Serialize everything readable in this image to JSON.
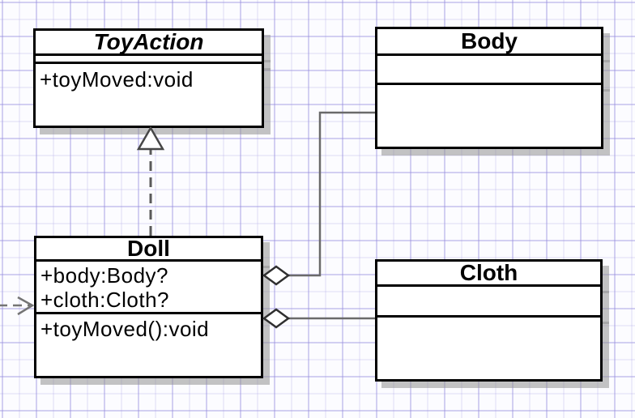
{
  "diagram_type": "uml-class-diagram",
  "classes": {
    "toyaction": {
      "name": "ToyAction",
      "is_abstract": true,
      "attributes": [],
      "operations": [
        "+toyMoved:void"
      ]
    },
    "body": {
      "name": "Body",
      "is_abstract": false,
      "attributes": [],
      "operations": []
    },
    "doll": {
      "name": "Doll",
      "is_abstract": false,
      "attributes": [
        "+body:Body?",
        "+cloth:Cloth?"
      ],
      "operations": [
        "+toyMoved():void"
      ]
    },
    "cloth": {
      "name": "Cloth",
      "is_abstract": false,
      "attributes": [],
      "operations": []
    }
  },
  "relationships": [
    {
      "type": "realization",
      "from": "Doll",
      "to": "ToyAction",
      "marker": "hollow-triangle",
      "line": "dashed"
    },
    {
      "type": "aggregation",
      "from": "Doll",
      "to": "Body",
      "marker": "hollow-diamond",
      "line": "solid"
    },
    {
      "type": "aggregation",
      "from": "Doll",
      "to": "Cloth",
      "marker": "hollow-diamond",
      "line": "solid"
    },
    {
      "type": "dependency",
      "from": "offscreen-left",
      "to": "Doll",
      "marker": "open-arrow",
      "line": "dashed"
    }
  ],
  "colors": {
    "box_border": "#000000",
    "box_fill": "#ffffff",
    "connector_gray": "#6a6a6a",
    "dash_gray": "#5a5a5a",
    "shadow_gray": "#919191",
    "grid_line": "#e6e2f8",
    "background": "#fcfcff"
  }
}
